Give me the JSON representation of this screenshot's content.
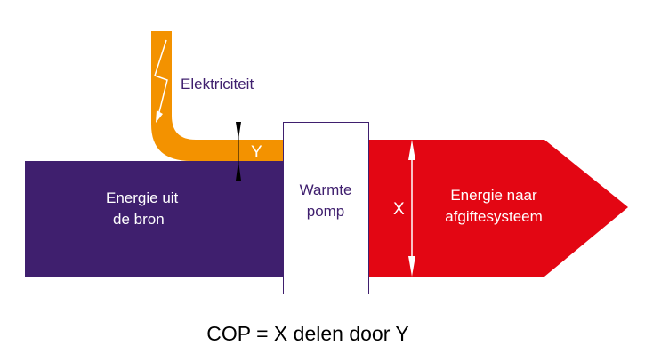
{
  "diagram": {
    "electricity_label": "Elektriciteit",
    "y_label": "Y",
    "x_label": "X",
    "source_label_line1": "Energie uit",
    "source_label_line2": "de bron",
    "pump_label_line1": "Warmte",
    "pump_label_line2": "pomp",
    "output_label_line1": "Energie naar",
    "output_label_line2": "afgiftesysteem",
    "formula": "COP = X delen door Y",
    "colors": {
      "electricity": "#F39200",
      "source": "#3F1F6E",
      "output": "#E30613",
      "pump_border": "#3F1F6E",
      "label_dark": "#3F1F6E"
    }
  }
}
